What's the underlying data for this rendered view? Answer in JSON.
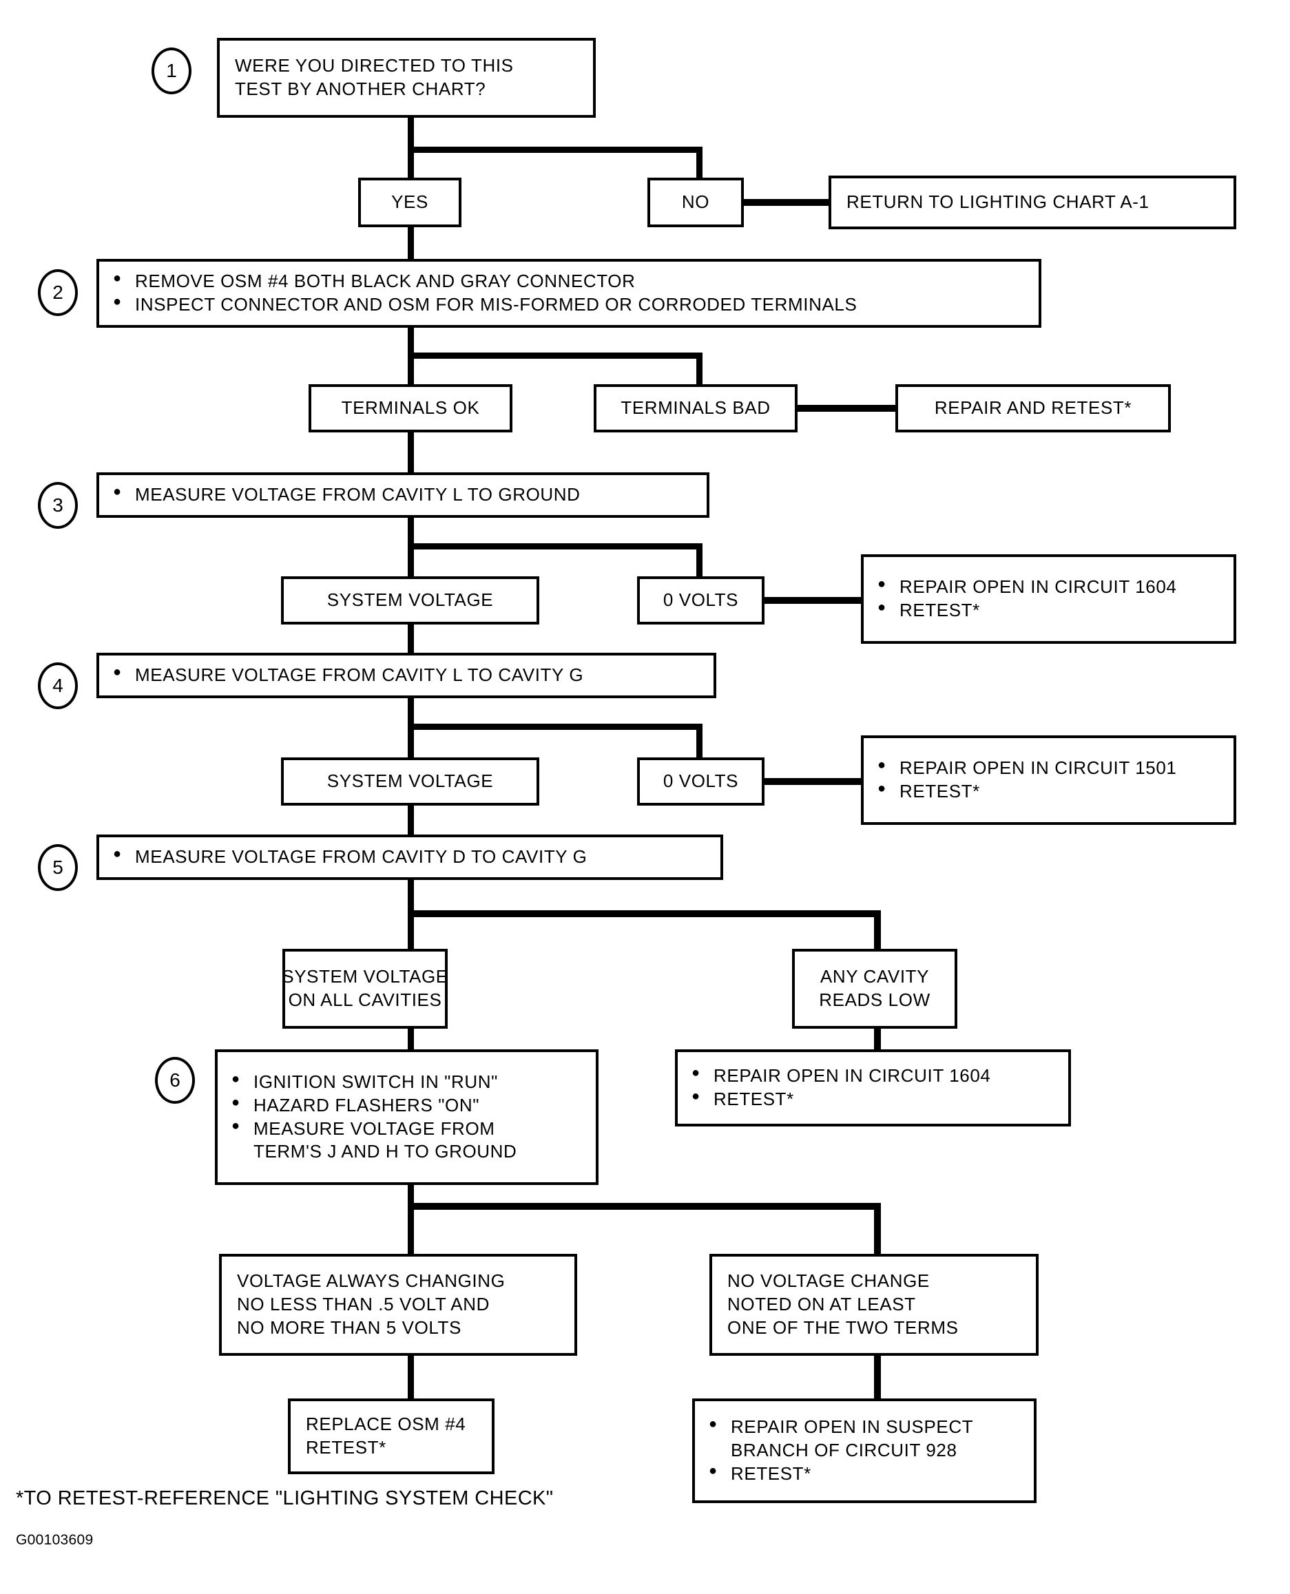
{
  "diagram": {
    "title_code": "G00103609",
    "footnote": "*TO RETEST-REFERENCE \"LIGHTING SYSTEM CHECK\"",
    "steps": {
      "s1": "1",
      "s2": "2",
      "s3": "3",
      "s4": "4",
      "s5": "5",
      "s6": "6"
    },
    "nodes": {
      "q1_l1": "WERE YOU DIRECTED TO THIS",
      "q1_l2": "TEST BY ANOTHER CHART?",
      "yes1": "YES",
      "no1": "NO",
      "return_chart": "RETURN TO LIGHTING CHART A-1",
      "step2_l1": "REMOVE OSM #4 BOTH BLACK AND GRAY CONNECTOR",
      "step2_l2": "INSPECT CONNECTOR AND OSM FOR MIS-FORMED OR CORRODED TERMINALS",
      "terminals_ok": "TERMINALS OK",
      "terminals_bad": "TERMINALS BAD",
      "repair_retest": "REPAIR AND RETEST*",
      "step3_l1": "MEASURE VOLTAGE FROM CAVITY L TO GROUND",
      "sysv_3": "SYSTEM VOLTAGE",
      "zero_3": "0 VOLTS",
      "rep1604_a_l1": "REPAIR OPEN IN CIRCUIT 1604",
      "rep1604_a_l2": "RETEST*",
      "step4_l1": "MEASURE VOLTAGE FROM CAVITY L TO CAVITY G",
      "sysv_4": "SYSTEM VOLTAGE",
      "zero_4": "0 VOLTS",
      "rep1501_l1": "REPAIR OPEN IN CIRCUIT 1501",
      "rep1501_l2": "RETEST*",
      "step5_l1": "MEASURE VOLTAGE FROM CAVITY D TO CAVITY G",
      "sysv_all_l1": "SYSTEM VOLTAGE",
      "sysv_all_l2": "ON ALL CAVITIES",
      "anycav_l1": "ANY CAVITY",
      "anycav_l2": "READS LOW",
      "step6_l1": "IGNITION SWITCH IN \"RUN\"",
      "step6_l2": "HAZARD FLASHERS \"ON\"",
      "step6_l3": "MEASURE VOLTAGE FROM",
      "step6_l4": "TERM'S J AND H TO GROUND",
      "rep1604_b_l1": "REPAIR OPEN IN CIRCUIT 1604",
      "rep1604_b_l2": "RETEST*",
      "vchange_l1": "VOLTAGE ALWAYS CHANGING",
      "vchange_l2": "NO LESS THAN .5 VOLT AND",
      "vchange_l3": "NO MORE THAN 5 VOLTS",
      "novchange_l1": "NO VOLTAGE CHANGE",
      "novchange_l2": "NOTED ON AT LEAST",
      "novchange_l3": "ONE OF THE TWO TERMS",
      "replace_l1": "REPLACE OSM #4",
      "replace_l2": "RETEST*",
      "rep928_l1": "REPAIR OPEN IN SUSPECT",
      "rep928_l2": "BRANCH OF CIRCUIT 928",
      "rep928_l3": "RETEST*"
    }
  }
}
